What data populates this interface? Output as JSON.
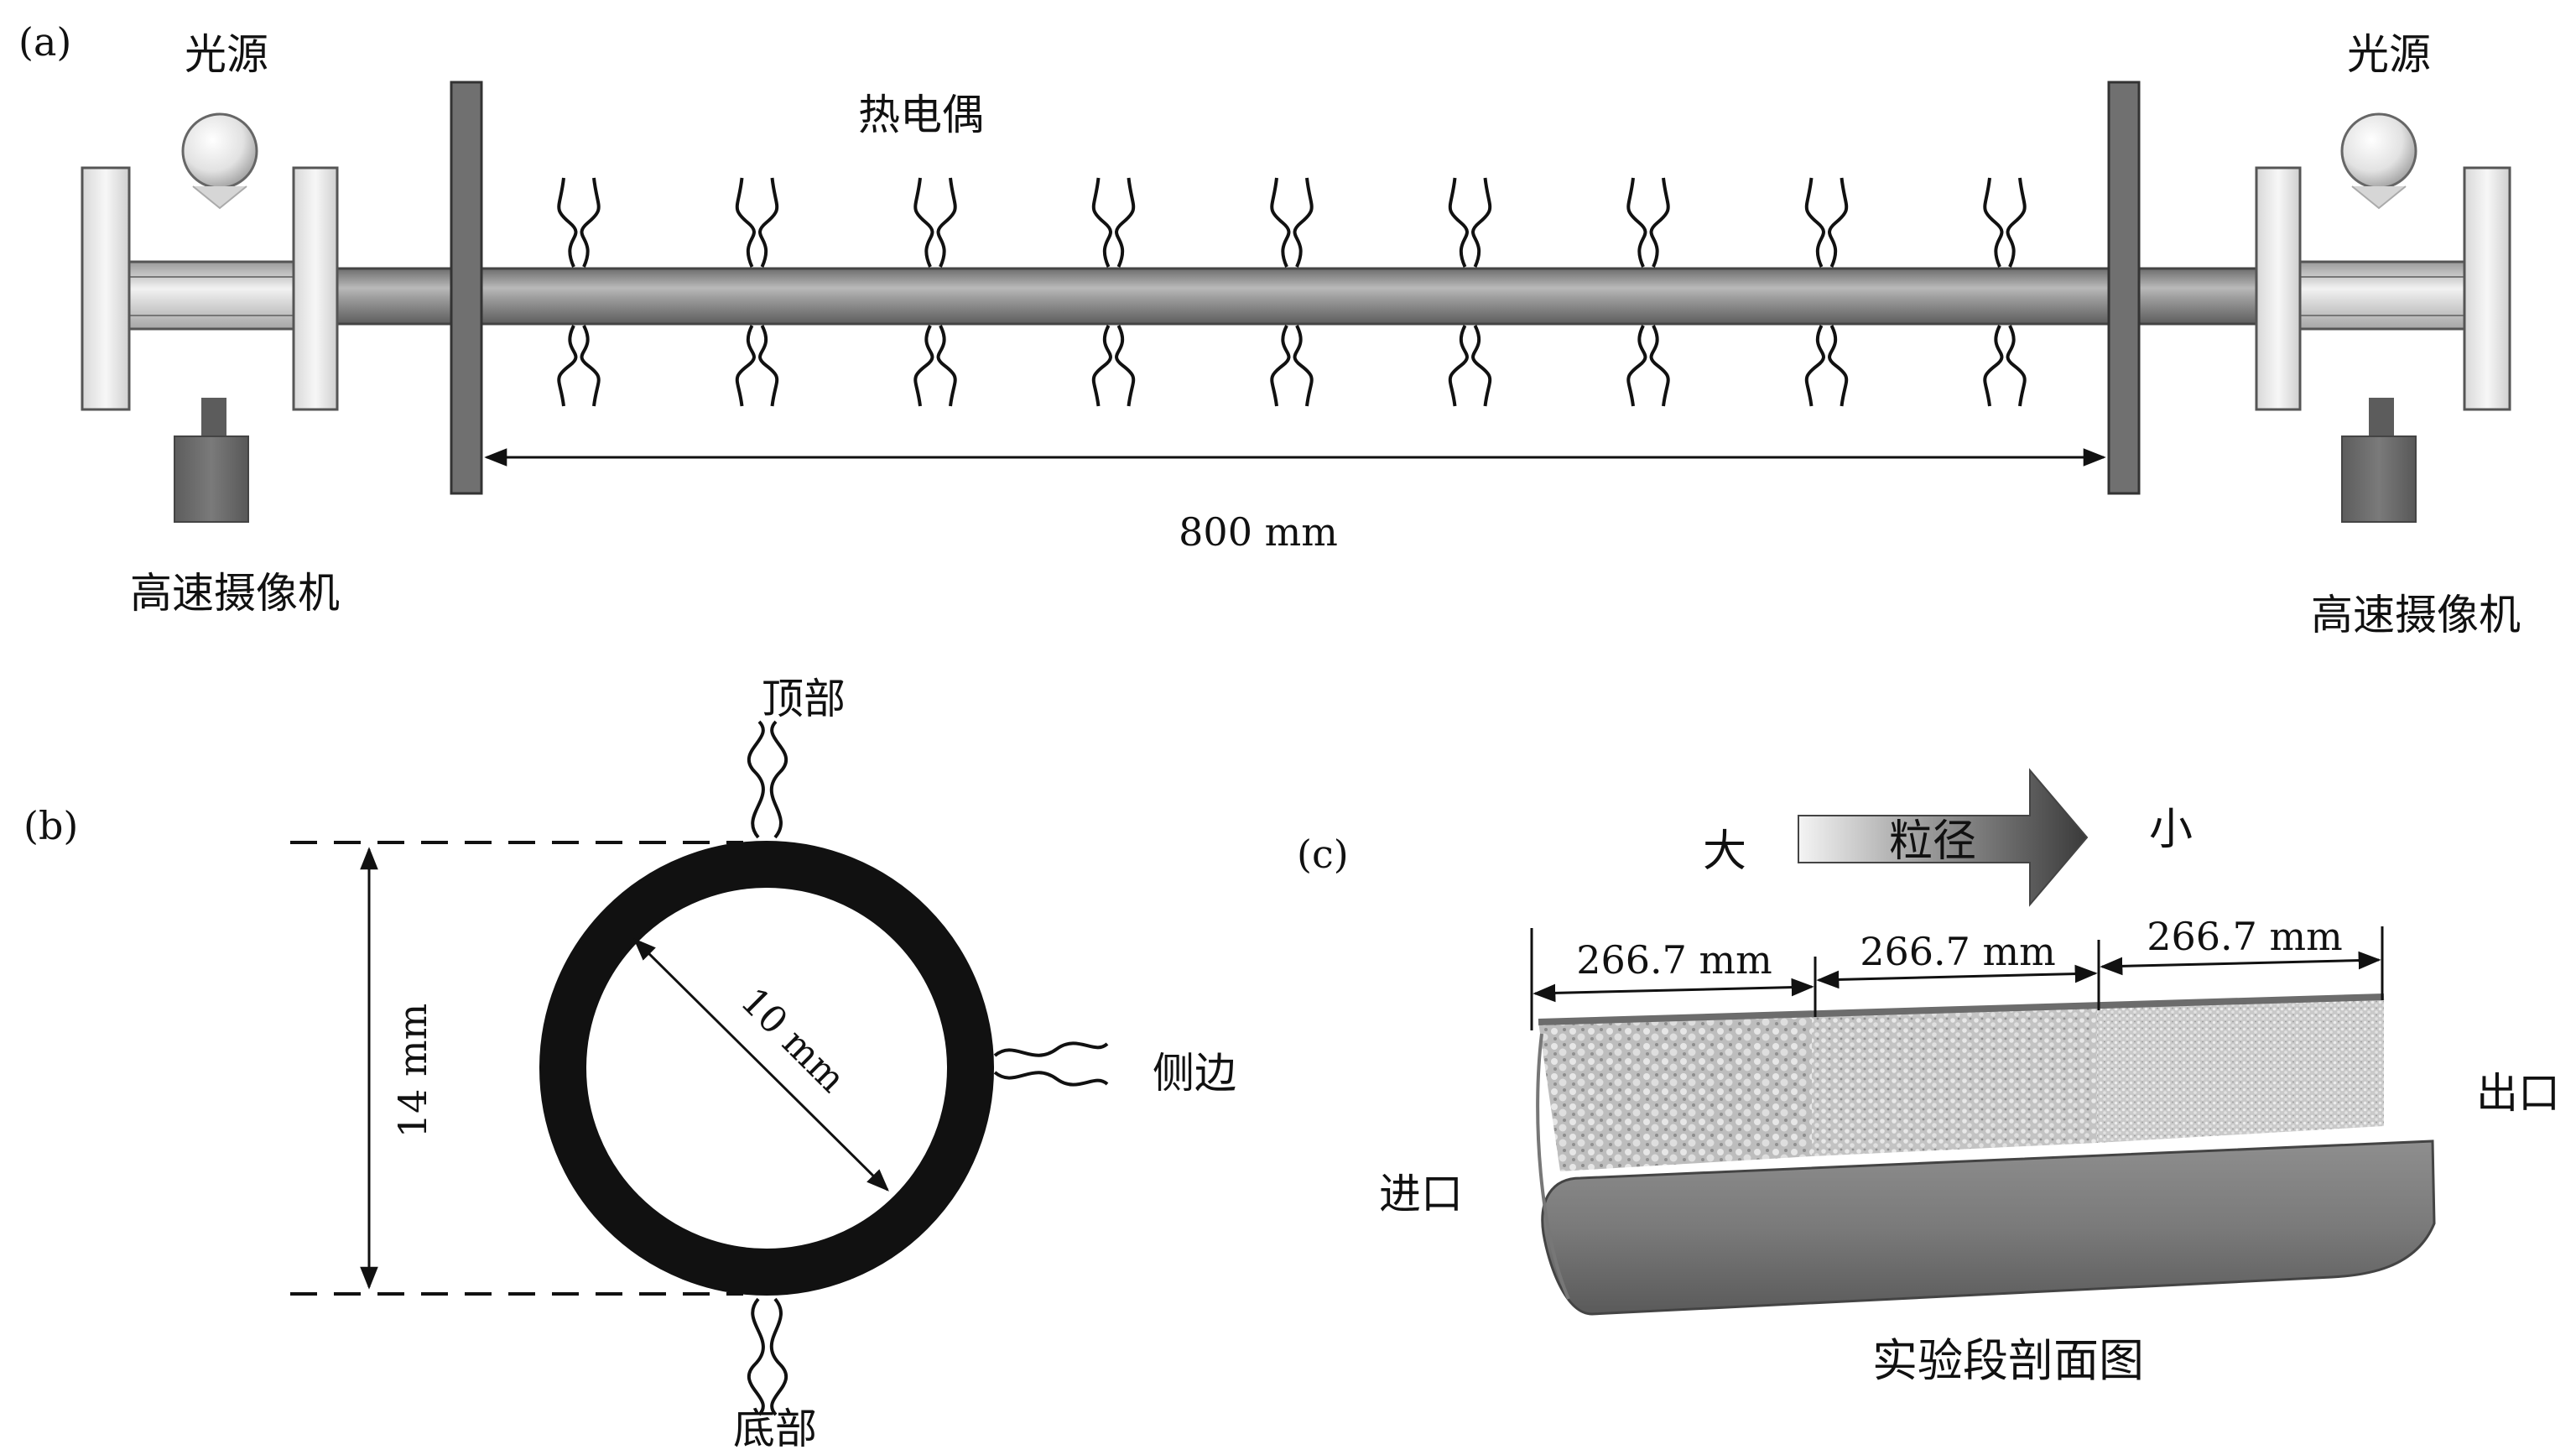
{
  "panel_a": {
    "tag": "(a)",
    "light_source_left": "光源",
    "light_source_right": "光源",
    "thermocouple": "热电偶",
    "camera_left": "高速摄像机",
    "camera_right": "高速摄像机",
    "length": "800 mm",
    "thermocouple_positions": 9
  },
  "panel_b": {
    "tag": "(b)",
    "top": "顶部",
    "side": "侧边",
    "bottom": "底部",
    "outer_diameter": "14 mm",
    "inner_diameter": "10 mm"
  },
  "panel_c": {
    "tag": "(c)",
    "large": "大",
    "particle_size": "粒径",
    "small": "小",
    "seg1": "266.7 mm",
    "seg2": "266.7 mm",
    "seg3": "266.7 mm",
    "inlet": "进口",
    "outlet": "出口",
    "caption": "实验段剖面图"
  },
  "colors": {
    "pipe": "#8f8f8f",
    "flange": "#6e6e6e",
    "camera": "#6a6a6a",
    "tube_wall": "#111111",
    "ink": "#111111"
  }
}
